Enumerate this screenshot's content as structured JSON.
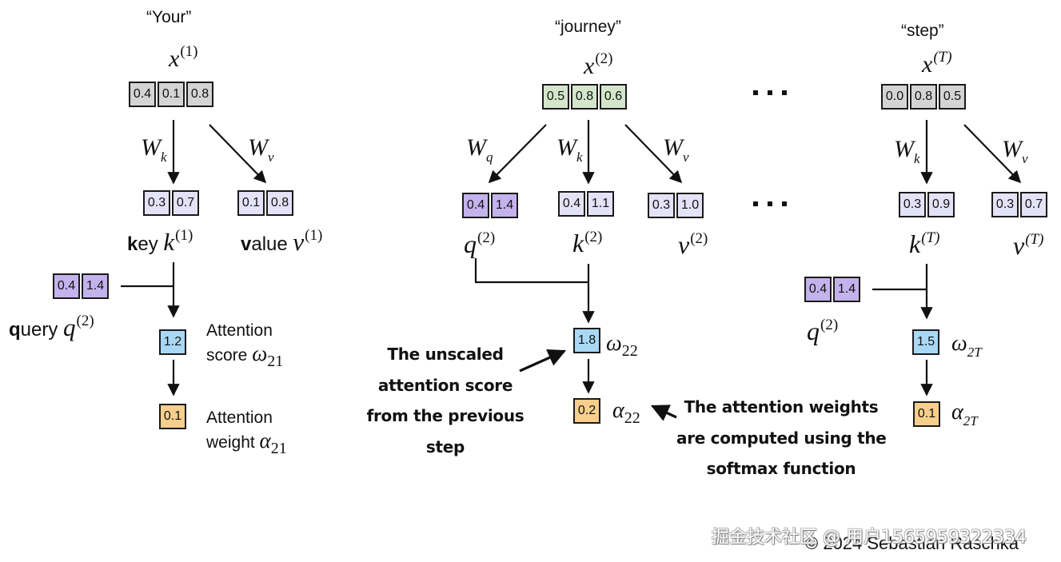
{
  "colors": {
    "input": "#d4d4d4",
    "input_green": "#d3e6cb",
    "query": "#c4b2ec",
    "key_value": "#e4e2f7",
    "score": "#a9d8f5",
    "weight": "#f6cf8c",
    "stroke": "#111111"
  },
  "tokens": [
    {
      "word": "“Your”",
      "x_symbol": "x",
      "x_index": "(1)",
      "x_values": [
        "0.4",
        "0.1",
        "0.8"
      ],
      "Wk": {
        "base": "W",
        "sub": "k"
      },
      "Wv": {
        "base": "W",
        "sub": "v"
      },
      "key_values": [
        "0.3",
        "0.7"
      ],
      "value_values": [
        "0.1",
        "0.8"
      ],
      "key_label_bold": "k",
      "key_label_rest": "ey",
      "key_symbol": "k",
      "key_index": "(1)",
      "value_label_bold": "v",
      "value_label_rest": "alue",
      "value_symbol": "v",
      "value_index": "(1)",
      "query_values": [
        "0.4",
        "1.4"
      ],
      "query_label_bold": "q",
      "query_label_rest": "uery",
      "query_symbol": "q",
      "query_index": "(2)",
      "score_value": "1.2",
      "score_text_1": "Attention",
      "score_text_2": "score",
      "score_symbol": "ω",
      "score_sub": "21",
      "weight_value": "0.1",
      "weight_text_1": "Attention",
      "weight_text_2": "weight",
      "weight_symbol": "α",
      "weight_sub": "21"
    },
    {
      "word": "“journey”",
      "x_symbol": "x",
      "x_index": "(2)",
      "x_values": [
        "0.5",
        "0.8",
        "0.6"
      ],
      "Wq": {
        "base": "W",
        "sub": "q"
      },
      "Wk": {
        "base": "W",
        "sub": "k"
      },
      "Wv": {
        "base": "W",
        "sub": "v"
      },
      "query_values": [
        "0.4",
        "1.4"
      ],
      "key_values": [
        "0.4",
        "1.1"
      ],
      "value_values": [
        "0.3",
        "1.0"
      ],
      "query_symbol": "q",
      "query_index": "(2)",
      "key_symbol": "k",
      "key_index": "(2)",
      "value_symbol": "v",
      "value_index": "(2)",
      "score_value": "1.8",
      "score_symbol": "ω",
      "score_sub": "22",
      "weight_value": "0.2",
      "weight_symbol": "α",
      "weight_sub": "22"
    },
    {
      "word": "“step”",
      "x_symbol": "x",
      "x_index": "(T)",
      "x_values": [
        "0.0",
        "0.8",
        "0.5"
      ],
      "Wk": {
        "base": "W",
        "sub": "k"
      },
      "Wv": {
        "base": "W",
        "sub": "v"
      },
      "key_values": [
        "0.3",
        "0.9"
      ],
      "value_values": [
        "0.3",
        "0.7"
      ],
      "key_symbol": "k",
      "key_index": "(T)",
      "value_symbol": "v",
      "value_index": "(T)",
      "query_values": [
        "0.4",
        "1.4"
      ],
      "query_symbol": "q",
      "query_index": "(2)",
      "score_value": "1.5",
      "score_symbol": "ω",
      "score_sub": "2T",
      "weight_value": "0.1",
      "weight_symbol": "α",
      "weight_sub": "2T"
    }
  ],
  "annotations": {
    "unscaled": [
      "The unscaled",
      "attention score",
      "from the previous",
      "step"
    ],
    "softmax": [
      "The attention weights",
      "are computed using the",
      "softmax function"
    ]
  },
  "footer": {
    "watermark": "掘金技术社区 @ 用户1565959322334",
    "copyright": "© 2024 Sebastian Raschka"
  }
}
